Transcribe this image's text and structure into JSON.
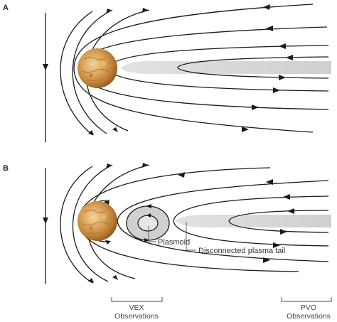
{
  "panels": [
    {
      "label": "A"
    },
    {
      "label": "B"
    }
  ],
  "annotations": {
    "plasmoid": "Plasmoid",
    "tail": "Disconnected plasma tail"
  },
  "observations": [
    {
      "line1": "VEX",
      "line2": "Observations",
      "color": "#4a90d9"
    },
    {
      "line1": "PVO",
      "line2": "Observations",
      "color": "#4a90d9"
    }
  ],
  "colors": {
    "field_lines": "#1a1a1a",
    "wake": "#d4d4d4",
    "plasmoid_fill": "#d0d0d0",
    "planet": "#c98a3d"
  },
  "icons": {
    "planet": "venus-planet-icon"
  }
}
